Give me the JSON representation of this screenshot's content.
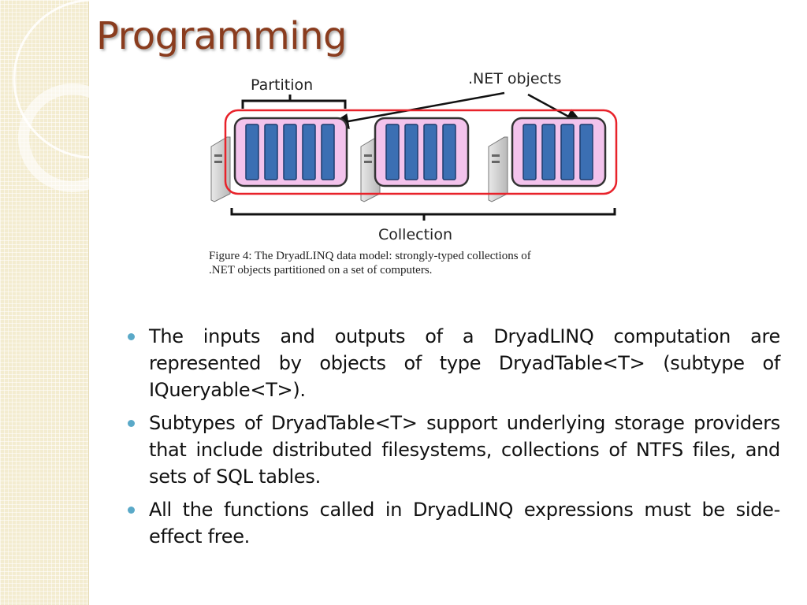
{
  "slide": {
    "title": "Programming"
  },
  "figure": {
    "partition_label": "Partition",
    "net_objects_label": ".NET objects",
    "collection_label": "Collection",
    "caption_line_1": "Figure 4:  The DryadLINQ data model:  strongly-typed collections of",
    "caption_line_2": ".NET objects partitioned on a set of computers.",
    "colors": {
      "partition_fill": "#f3c3ec",
      "object_fill": "#3b6fb3",
      "collection_border": "#e8222a"
    }
  },
  "bullets": [
    {
      "text": "The inputs and outputs of a DryadLINQ computation are represented by objects of type DryadTable<T> (subtype of IQueryable<T>)."
    },
    {
      "text": "Subtypes of DryadTable<T> support underlying storage providers that include distributed filesystems, collections of NTFS files, and sets of SQL tables."
    },
    {
      "text": "All the functions called in DryadLINQ expressions must be side-effect free."
    }
  ],
  "theme": {
    "title_color": "#8a3c1e",
    "bullet_color": "#5aa9c8",
    "sidebar_color": "#f3ecd0"
  }
}
